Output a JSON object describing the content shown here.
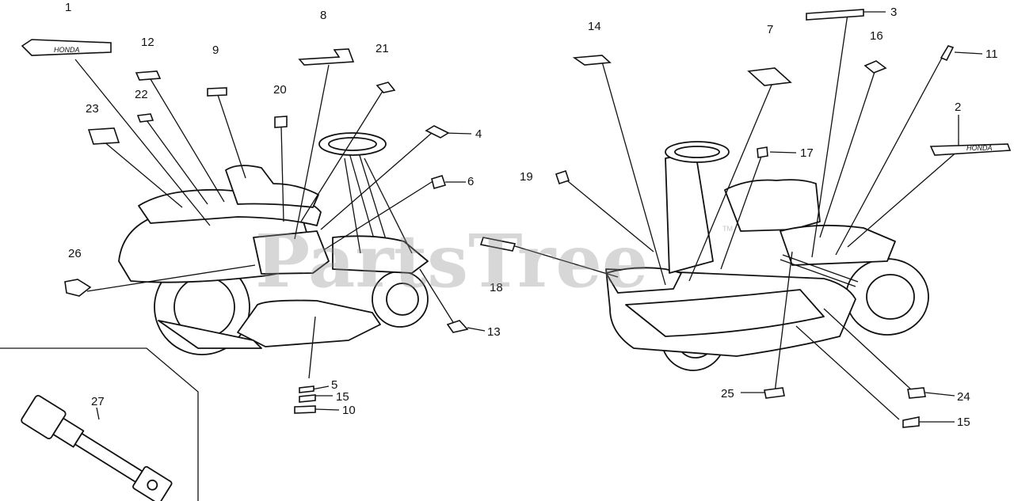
{
  "callouts": {
    "c1": "1",
    "c2": "2",
    "c3": "3",
    "c4": "4",
    "c5": "5",
    "c6": "6",
    "c7": "7",
    "c8": "8",
    "c9": "9",
    "c10": "10",
    "c11": "11",
    "c12": "12",
    "c13": "13",
    "c14": "14",
    "c15a": "15",
    "c15b": "15",
    "c16": "16",
    "c17": "17",
    "c18": "18",
    "c19": "19",
    "c20": "20",
    "c21": "21",
    "c22": "22",
    "c23": "23",
    "c24": "24",
    "c25": "25",
    "c26": "26",
    "c27": "27"
  },
  "decal_text": {
    "logo_left": "HONDA",
    "logo_right": "HONDA"
  },
  "watermark": {
    "text": "PartsTree",
    "tm": "TM"
  }
}
